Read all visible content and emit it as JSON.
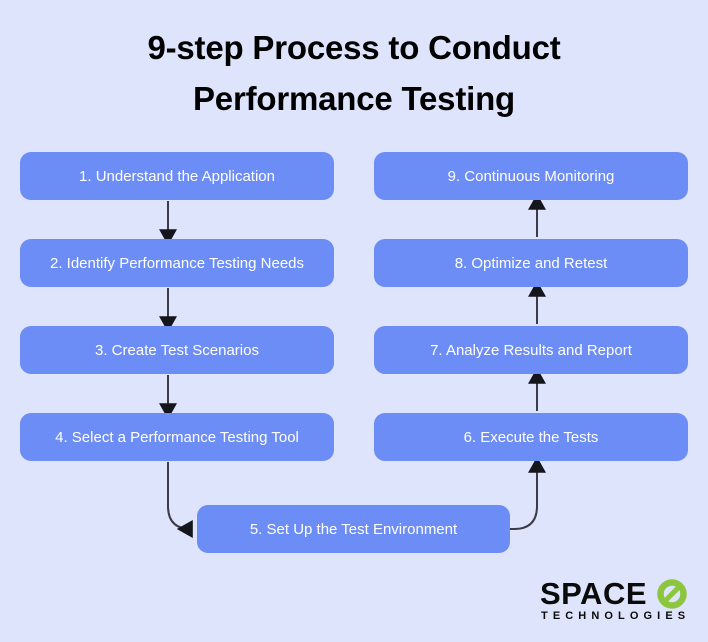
{
  "page": {
    "background_color": "#dfe4fd"
  },
  "header": {
    "title_line1": "9-step Process to Conduct",
    "title_line2": "Performance Testing",
    "title_color": "#000000"
  },
  "flow": {
    "node_fill_color": "#6c8cf6",
    "node_text_color": "#ffffff",
    "connector_color": "#3c3c46",
    "left_column": [
      {
        "label": "1. Understand the Application"
      },
      {
        "label": "2. Identify Performance Testing Needs"
      },
      {
        "label": "3. Create Test Scenarios"
      },
      {
        "label": "4. Select a Performance Testing Tool"
      }
    ],
    "center": {
      "label": "5. Set Up the Test Environment"
    },
    "right_column": [
      {
        "label": "9. Continuous Monitoring"
      },
      {
        "label": "8. Optimize and Retest"
      },
      {
        "label": "7. Analyze Results and Report"
      },
      {
        "label": "6. Execute the Tests"
      }
    ]
  },
  "logo": {
    "wordmark": "SPACE",
    "mark_glyph": "slashed-o",
    "mark_color": "#8cc63f",
    "tagline": "TECHNOLOGIES",
    "text_color": "#0b0b0b"
  }
}
